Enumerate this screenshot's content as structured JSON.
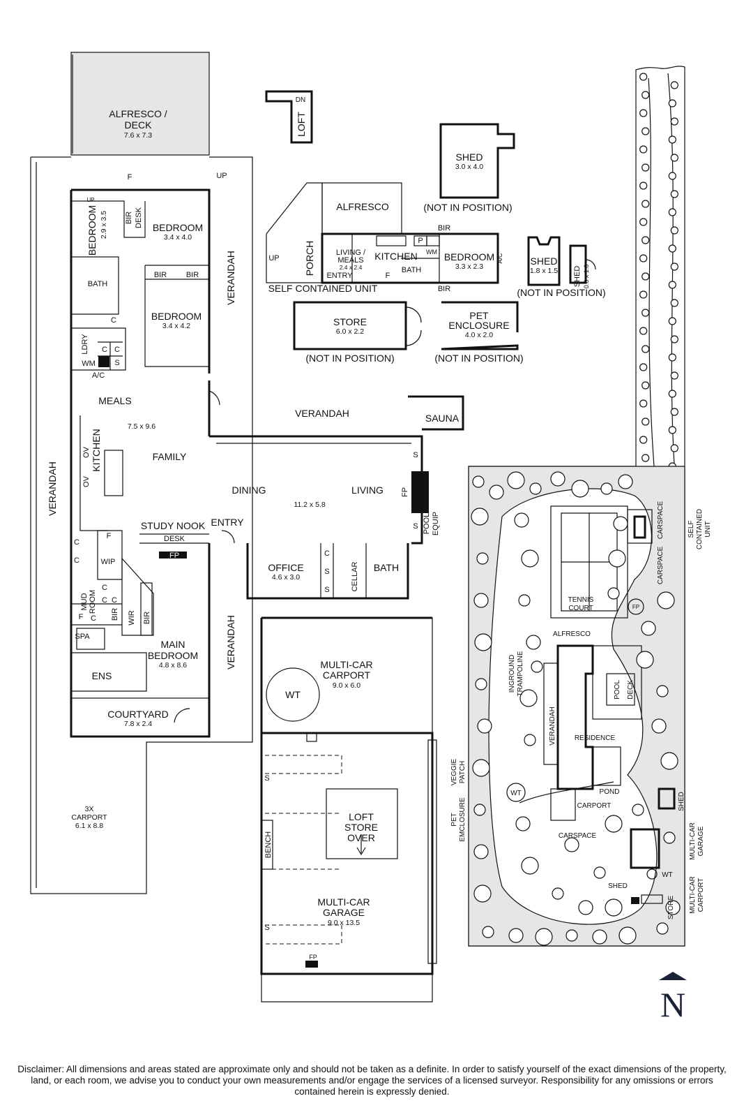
{
  "main_house": {
    "alfresco_deck": {
      "line1": "ALFRESCO /",
      "line2": "DECK",
      "dim": "7.6 x 7.3"
    },
    "up_deck": "UP",
    "up_small": "UP",
    "f": "F",
    "bedroom_a": {
      "label": "BEDROOM",
      "dim": "2.9 x 3.5"
    },
    "bir": "BIR",
    "desk": "DESK",
    "bedroom_b": {
      "label": "BEDROOM",
      "dim": "3.4 x 4.0"
    },
    "bath": "BATH",
    "bedroom_c": {
      "label": "BEDROOM",
      "dim": "3.4 x 4.2"
    },
    "c": "C",
    "ldry": "LDRY",
    "wm": "WM",
    "s": "S",
    "ac": "A/C",
    "verandah": "VERANDAH",
    "meals": "MEALS",
    "meals_family_dim": "7.5 x 9.6",
    "kitchen": "KITCHEN",
    "ov": "OV",
    "family": "FAMILY",
    "sauna": "SAUNA",
    "dining": "DINING",
    "living": "LIVING",
    "dining_living_dim": "11.2 x 5.8",
    "fp": "FP",
    "pool_equip": {
      "line1": "POOL",
      "line2": "EQUIP"
    },
    "study_nook": "STUDY NOOK",
    "entry": "ENTRY",
    "office": {
      "label": "OFFICE",
      "dim": "4.6 x 3.0"
    },
    "cellar": "CELLAR",
    "wip": "WIP",
    "mud_room": {
      "line1": "MUD",
      "line2": "ROOM"
    },
    "wir": "WIR",
    "main_bedroom": {
      "line1": "MAIN",
      "line2": "BEDROOM",
      "dim": "4.8 x 8.6"
    },
    "spa": "SPA",
    "ens": "ENS",
    "courtyard": {
      "label": "COURTYARD",
      "dim": "7.8 x 2.4"
    },
    "carport_3x": {
      "line1": "3X",
      "line2": "CARPORT",
      "dim": "6.1 x 8.8"
    }
  },
  "outbuildings": {
    "loft": "LOFT",
    "dn": "DN",
    "shed_a": {
      "label": "SHED",
      "dim": "3.0 x 4.0"
    },
    "not_in_position": "(NOT IN POSITION)",
    "alfresco": "ALFRESCO",
    "porch": "PORCH",
    "up": "UP",
    "unit_living": {
      "line1": "LIVING /",
      "line2": "MEALS",
      "dim": "2.4 x 2.4"
    },
    "unit_kitchen": "KITCHEN",
    "p": "P",
    "wm": "WM",
    "unit_bath": "BATH",
    "unit_bedroom": {
      "label": "BEDROOM",
      "dim": "3.3 x 2.3"
    },
    "ac": "A/C",
    "bir": "BIR",
    "entry": "ENTRY",
    "f": "F",
    "self_contained_unit": "SELF CONTAINED UNIT",
    "shed_b": {
      "label": "SHED",
      "dim": "1.8 x 1.5"
    },
    "shed_c": {
      "label": "SHED",
      "dim": "0.8 x 1.6"
    },
    "store": {
      "label": "STORE",
      "dim": "6.0 x 2.2"
    },
    "pet_enclosure": {
      "line1": "PET",
      "line2": "ENCLOSURE",
      "dim": "4.0 x 2.0"
    },
    "multi_car_carport": {
      "line1": "MULTI-CAR",
      "line2": "CARPORT",
      "dim": "9.0 x 6.0"
    },
    "wt": "WT",
    "s": "S",
    "bench": "BENCH",
    "loft_store": {
      "line1": "LOFT",
      "line2": "STORE",
      "line3": "OVER"
    },
    "multi_car_garage": {
      "line1": "MULTI-CAR",
      "line2": "GARAGE",
      "dim": "9.0 x 13.5"
    },
    "fp": "FP"
  },
  "site_plan": {
    "carspace": "CARSPACE",
    "self_contained_unit": {
      "line1": "SELF",
      "line2": "CONTAINED",
      "line3": "UNIT"
    },
    "tennis_court": {
      "line1": "TENNIS",
      "line2": "COURT"
    },
    "fp": "FP",
    "alfresco": "ALFRESCO",
    "inground_trampoline": {
      "line1": "INGROUND",
      "line2": "TRAMPOLINE"
    },
    "pool": "POOL",
    "deck": "DECK",
    "verandah": "VERANDAH",
    "residence": "RESIDENCE",
    "veggie_patch": {
      "line1": "VEGGIE",
      "line2": "PATCH"
    },
    "pond": "POND",
    "wt": "WT",
    "carport": "CARPORT",
    "pet_enclosure": {
      "line1": "PET",
      "line2": "EMCLOSURE"
    },
    "shed": "SHED",
    "multi_car_garage": {
      "line1": "MULTI-CAR",
      "line2": "GARAGE"
    },
    "store": "STORE",
    "multi_car_carport": {
      "line1": "MULTI-CAR",
      "line2": "CARPORT"
    }
  },
  "north": "N",
  "disclaimer": "Disclaimer: All dimensions and areas stated are approximate only and should not be taken as a definite. In order to satisfy yourself of the exact dimensions of the property, land, or each room, we advise you to conduct your own measurements and/or engage the services of a licensed surveyor. Responsibility for any omissions or errors contained herein is expressly denied."
}
